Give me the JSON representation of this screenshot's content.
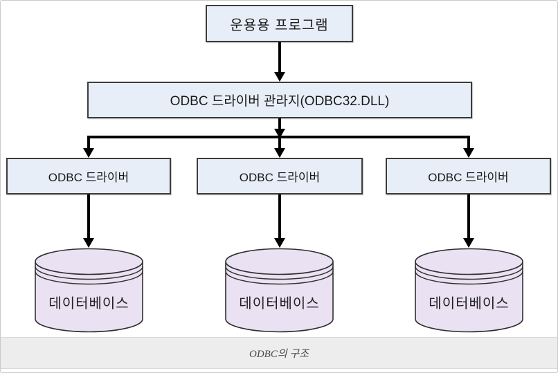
{
  "diagram": {
    "application_box": {
      "label": "운용용 프로그램"
    },
    "driver_manager_box": {
      "label": "ODBC 드라이버 관라지(ODBC32.DLL)"
    },
    "driver_boxes": [
      {
        "label": "ODBC 드라이버"
      },
      {
        "label": "ODBC 드라이버"
      },
      {
        "label": "ODBC 드라이버"
      }
    ],
    "databases": [
      {
        "label": "데이터베이스"
      },
      {
        "label": "데이터베이스"
      },
      {
        "label": "데이터베이스"
      }
    ],
    "caption": "ODBC의 구조",
    "colors": {
      "box_fill": "#e7eef8",
      "box_border": "#3c3c3c",
      "cylinder_fill": "#eae1f2",
      "cylinder_stroke": "#2f2f2f",
      "arrow": "#000000",
      "caption_bg": "#ededed",
      "caption_text": "#4a4a4a",
      "page_border": "#c9c9c9"
    }
  }
}
